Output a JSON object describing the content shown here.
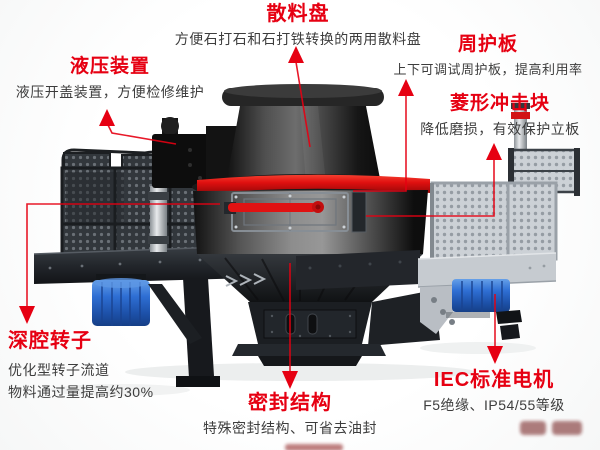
{
  "colors": {
    "annotation_red": "#e60012",
    "machine_band_red": "#e01212",
    "motor_blue": "#2b6ad0",
    "description_text": "#3d3d3d",
    "background": "#fdfdfd"
  },
  "annotations": [
    {
      "id": "scatter-plate",
      "title": "散料盘",
      "desc": "方便石打石和石打铁转换的两用散料盘"
    },
    {
      "id": "hydraulic-device",
      "title": "液压装置",
      "desc": "液压开盖装置，方便检修维护"
    },
    {
      "id": "peripheral-guard",
      "title": "周护板",
      "desc": "上下可调试周护板，提高利用率"
    },
    {
      "id": "diamond-impact-block",
      "title": "菱形冲击块",
      "desc": "降低磨损，有效保护立板"
    },
    {
      "id": "deep-cavity-rotor",
      "title": "深腔转子",
      "desc": "优化型转子流道",
      "desc2": "物料通过量提高约30%"
    },
    {
      "id": "seal-structure",
      "title": "密封结构",
      "desc": "特殊密封结构、可省去油封"
    },
    {
      "id": "iec-standard-motor",
      "title": "IEC标准电机",
      "desc": "F5绝缘、IP54/55等级"
    }
  ]
}
